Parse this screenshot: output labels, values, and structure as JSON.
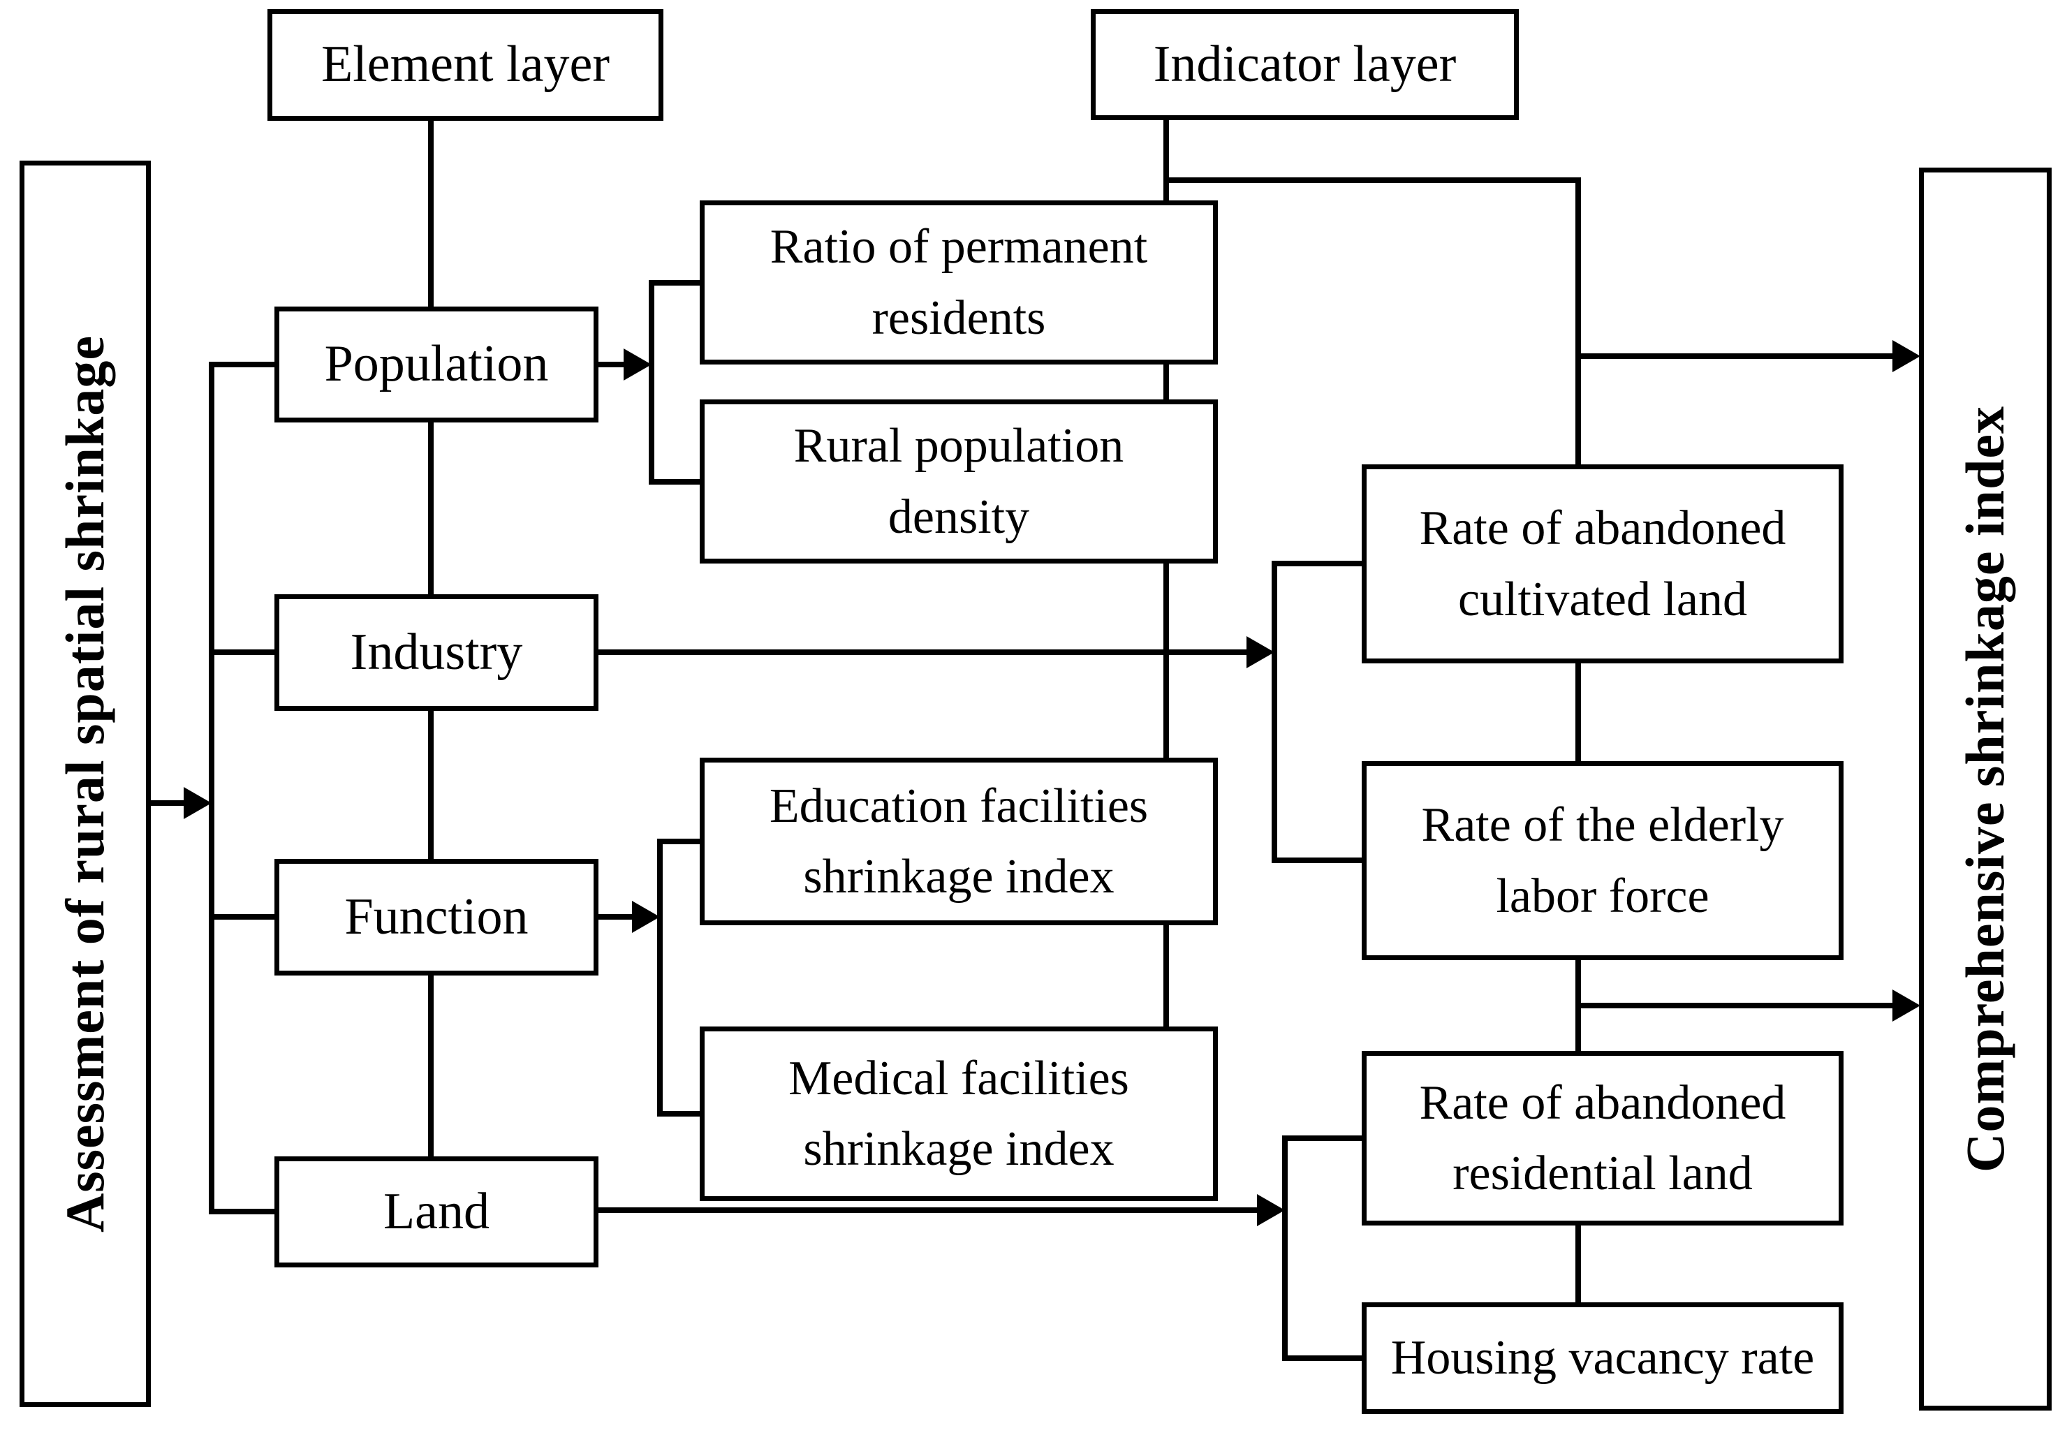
{
  "diagram": {
    "title_context": "Assessment framework flow diagram",
    "colors": {
      "background": "#ffffff",
      "line": "#000000",
      "box_fill": "#ffffff",
      "text": "#000000"
    },
    "nodes": {
      "assessment": {
        "label": "Assessment of rural spatial shrinkage"
      },
      "element_layer": {
        "label": "Element layer"
      },
      "indicator_layer": {
        "label": "Indicator layer"
      },
      "population": {
        "label": "Population"
      },
      "industry": {
        "label": "Industry"
      },
      "function": {
        "label": "Function"
      },
      "land": {
        "label": "Land"
      },
      "ratio_permanent_residents": {
        "label": "Ratio of permanent residents"
      },
      "rural_population_density": {
        "label": "Rural population density"
      },
      "abandoned_cultivated_land": {
        "label": "Rate of abandoned cultivated land"
      },
      "elderly_labor_force": {
        "label": "Rate of the elderly labor force"
      },
      "education_facilities": {
        "label": "Education facilities shrinkage index"
      },
      "medical_facilities": {
        "label": "Medical facilities shrinkage index"
      },
      "abandoned_residential_land": {
        "label": "Rate of abandoned residential land"
      },
      "housing_vacancy": {
        "label": "Housing vacancy rate"
      },
      "comprehensive": {
        "label": "Comprehensive shrinkage index"
      }
    },
    "edges": [
      "assessment -> element trunk (arrow)",
      "element_layer -> population -> industry -> function -> land (vertical line)",
      "population -> ratio_permanent_residents + rural_population_density (arrow to bracket)",
      "industry -> abandoned_cultivated_land + elderly_labor_force (arrow to bracket)",
      "function -> education_facilities + medical_facilities (arrow to bracket)",
      "land -> abandoned_residential_land + housing_vacancy (arrow to bracket)",
      "indicator_layer -> indicator spine (elbow)",
      "indicator spine -> comprehensive (two arrows)"
    ]
  }
}
